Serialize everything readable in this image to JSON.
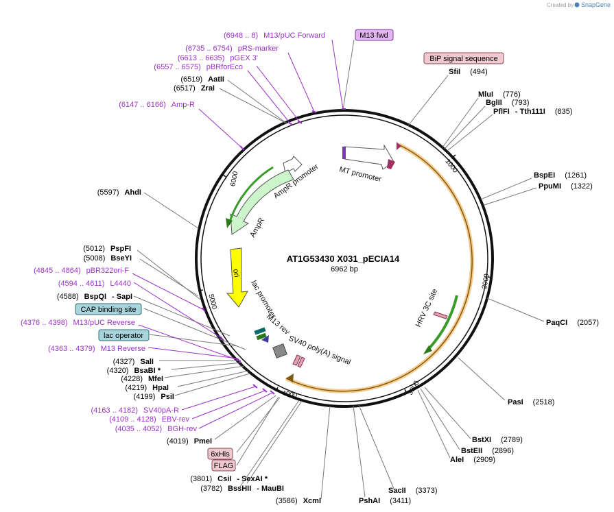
{
  "watermark": {
    "prefix": "Created by",
    "brand": "SnapGene"
  },
  "map": {
    "name": "AT1G53430 X031_pECIA14",
    "length": "6962 bp",
    "ticks": [
      "1000",
      "2000",
      "3000",
      "4000",
      "5000",
      "6000"
    ]
  },
  "features": {
    "mt_promoter": "MT promoter",
    "ampr_promoter": "AmpR promoter",
    "ampr": "AmpR",
    "ori": "ori",
    "lac_promoter": "lac promoter",
    "m13_rev": "M13 rev",
    "sv40": "SV40 poly(A) signal",
    "hrv": "HRV 3C site"
  },
  "boxed_labels": {
    "m13_fwd": "M13 fwd",
    "bip": "BiP signal sequence",
    "cap": "CAP binding site",
    "lac_operator": "lac operator",
    "sixhis": "6xHis",
    "flag": "FLAG"
  },
  "sites_right": [
    {
      "name": "SfiI",
      "pos": "(494)"
    },
    {
      "name": "MluI",
      "pos": "(776)"
    },
    {
      "name": "BglII",
      "pos": "(793)"
    },
    {
      "name": "PflFI",
      "extra": "- Tth111I",
      "pos": "(835)"
    },
    {
      "name": "BspEI",
      "pos": "(1261)"
    },
    {
      "name": "PpuMI",
      "pos": "(1322)"
    },
    {
      "name": "PaqCI",
      "pos": "(2057)"
    },
    {
      "name": "PasI",
      "pos": "(2518)"
    },
    {
      "name": "BstXI",
      "pos": "(2789)"
    },
    {
      "name": "BstEII",
      "pos": "(2896)"
    },
    {
      "name": "AleI",
      "pos": "(2909)"
    },
    {
      "name": "SacII",
      "pos": "(3373)"
    },
    {
      "name": "PshAI",
      "pos": "(3411)"
    }
  ],
  "sites_left": [
    {
      "pos": "(6519)",
      "name": "AatII"
    },
    {
      "pos": "(6517)",
      "name": "ZraI"
    },
    {
      "pos": "(5597)",
      "name": "AhdI"
    },
    {
      "pos": "(5012)",
      "name": "PspFI"
    },
    {
      "pos": "(5008)",
      "name": "BseYI"
    },
    {
      "pos": "(4588)",
      "name": "BspQI",
      "extra": "- SapI"
    },
    {
      "pos": "(4327)",
      "name": "SalI"
    },
    {
      "pos": "(4320)",
      "name": "BsaBI *"
    },
    {
      "pos": "(4228)",
      "name": "MfeI"
    },
    {
      "pos": "(4219)",
      "name": "HpaI"
    },
    {
      "pos": "(4199)",
      "name": "PsiI"
    },
    {
      "pos": "(4019)",
      "name": "PmeI"
    },
    {
      "pos": "(3801)",
      "name": "CsiI",
      "extra": "- SexAI *"
    },
    {
      "pos": "(3782)",
      "name": "BssHII",
      "extra": "- MauBI"
    },
    {
      "pos": "(3586)",
      "name": "XcmI"
    }
  ],
  "primers": [
    {
      "range": "(6948 .. 8)",
      "name": "M13/pUC Forward"
    },
    {
      "range": "(6735 .. 6754)",
      "name": "pRS-marker"
    },
    {
      "range": "(6613 .. 6635)",
      "name": "pGEX 3'"
    },
    {
      "range": "(6557 .. 6575)",
      "name": "pBRforEco"
    },
    {
      "range": "(6147 .. 6166)",
      "name": "Amp-R"
    },
    {
      "range": "(4845 .. 4864)",
      "name": "pBR322ori-F"
    },
    {
      "range": "(4594 .. 4611)",
      "name": "L4440"
    },
    {
      "range": "(4376 .. 4398)",
      "name": "M13/pUC Reverse"
    },
    {
      "range": "(4363 .. 4379)",
      "name": "M13 Reverse"
    },
    {
      "range": "(4163 .. 4182)",
      "name": "SV40pA-R"
    },
    {
      "range": "(4109 .. 4128)",
      "name": "EBV-rev"
    },
    {
      "range": "(4035 .. 4052)",
      "name": "BGH-rev"
    }
  ],
  "colors": {
    "primer": "#9b30c9",
    "orange_feature": "#f0a030",
    "green_arrow": "#3a9a2a",
    "ampr_fill": "#ccf5cc",
    "ori_fill": "#ffff00",
    "m13_box": "#e3b5f0",
    "pink_box": "#f0c8d0",
    "blue_box": "#a8d4dc"
  }
}
